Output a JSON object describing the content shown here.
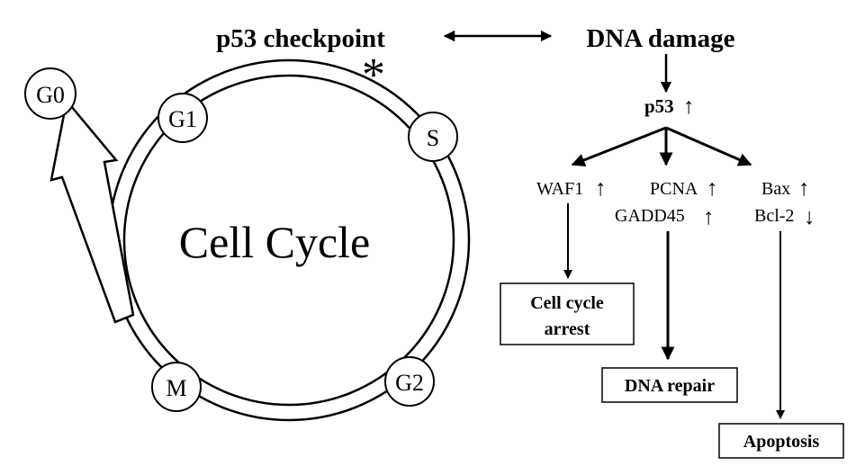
{
  "title_checkpoint": "p53 checkpoint",
  "checkpoint_marker": "*",
  "dna_damage": "DNA damage",
  "cycle": {
    "center_label": "Cell Cycle",
    "phases": {
      "g0": "G0",
      "g1": "G1",
      "s": "S",
      "g2": "G2",
      "m": "M"
    }
  },
  "p53": {
    "label": "p53",
    "arrow": "↑"
  },
  "targets": {
    "waf1": {
      "label": "WAF1",
      "arrow": "↑"
    },
    "pcna": {
      "label": "PCNA",
      "arrow": "↑"
    },
    "gadd45": {
      "label": "GADD45",
      "arrow": "↑"
    },
    "bax": {
      "label": "Bax",
      "arrow": "↑"
    },
    "bcl2": {
      "label": "Bcl-2",
      "arrow": "↓"
    }
  },
  "outcomes": {
    "arrest_line1": "Cell cycle",
    "arrest_line2": "arrest",
    "repair": "DNA repair",
    "apoptosis": "Apoptosis"
  }
}
